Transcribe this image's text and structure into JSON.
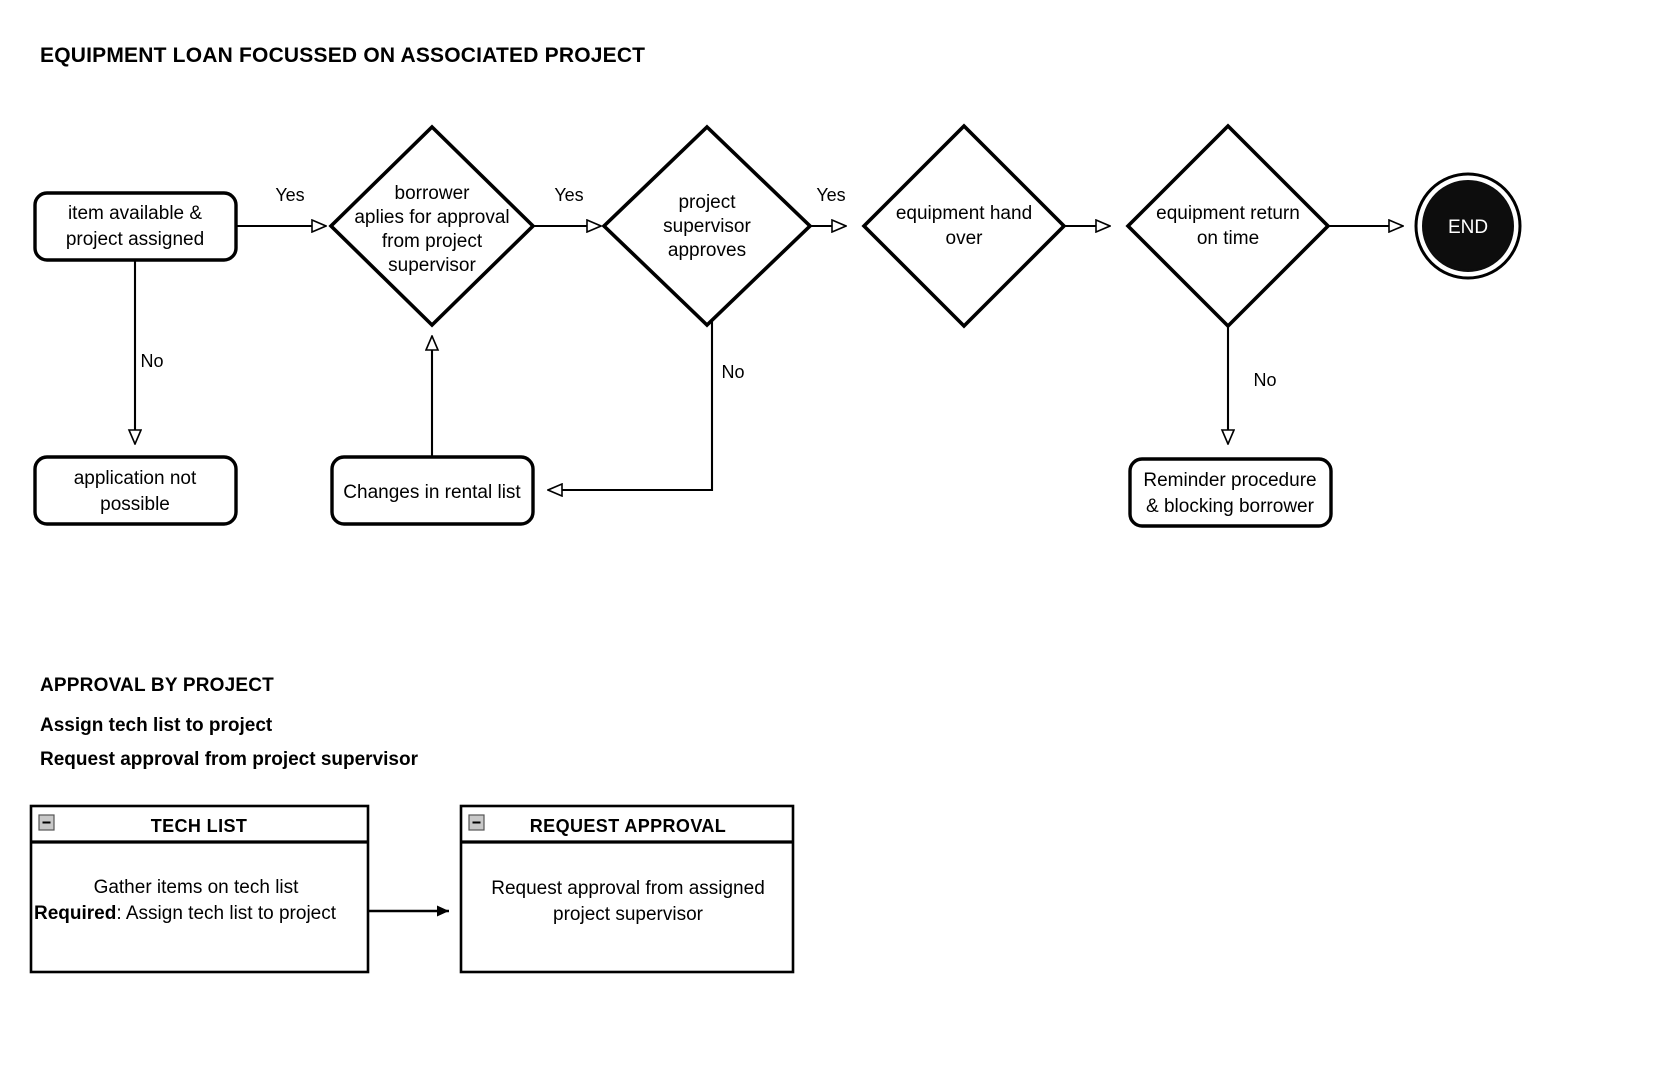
{
  "diagram": {
    "title": "EQUIPMENT LOAN FOCUSSED ON ASSOCIATED PROJECT",
    "nodes": {
      "start": "item available &\nproject assigned",
      "start_line1": "item available &",
      "start_line2": "project assigned",
      "d1_line1": "borrower",
      "d1_line2": "aplies for approval",
      "d1_line3": "from project",
      "d1_line4": "supervisor",
      "d2_line1": "project",
      "d2_line2": "supervisor",
      "d2_line3": "approves",
      "d3_line1": "equipment hand",
      "d3_line2": "over",
      "d4_line1": "equipment return",
      "d4_line2": "on time",
      "end_label": "END",
      "fail_line1": "application not",
      "fail_line2": "possible",
      "rental": "Changes in rental list",
      "reminder_line1": "Reminder procedure",
      "reminder_line2": "& blocking borrower"
    },
    "edge_labels": {
      "yes1": "Yes",
      "yes2": "Yes",
      "yes3": "Yes",
      "no_start": "No",
      "no_approve": "No",
      "no_return": "No"
    }
  },
  "section2": {
    "heading": "APPROVAL BY PROJECT",
    "line1": "Assign tech list to project",
    "line2": "Request approval from project supervisor",
    "cards": [
      {
        "title": "TECH LIST",
        "collapse_icon": "minus-icon",
        "body_line1": "Gather items on tech list",
        "body_line2_bold": "Required",
        "body_line2_rest": ": Assign tech list to project"
      },
      {
        "title": "REQUEST APPROVAL",
        "collapse_icon": "minus-icon",
        "body_line1": "Request approval from assigned",
        "body_line2": "project supervisor"
      }
    ]
  },
  "colors": {
    "stroke": "#000000",
    "background": "#ffffff",
    "end_fill": "#0d0d0d",
    "icon_fill": "#c8c8c8"
  }
}
